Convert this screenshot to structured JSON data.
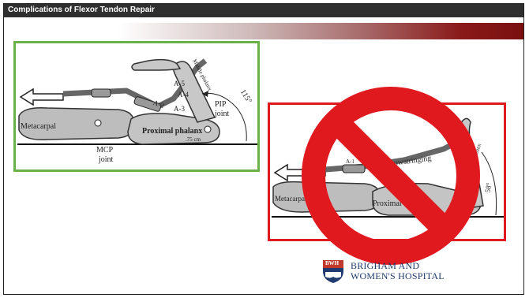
{
  "slide": {
    "title": "Complications of Flexor Tendon Repair",
    "colors": {
      "title_bar": "#2f2f2f",
      "accent_end": "#7a0f0f",
      "good_frame": "#6cb04a",
      "bad_frame": "#e0191e",
      "prohibition": "#e0191e"
    }
  },
  "left_figure": {
    "metacarpal": "Metacarpal",
    "mcp_line1": "MCP",
    "mcp_line2": "joint",
    "proximal_phalanx": "Proximal phalanx",
    "distance": ".75 cm",
    "a5": "A-5",
    "a4": "A-4",
    "a3": "A-3",
    "a2": "A-2",
    "pip_line1": "PIP",
    "pip_line2": "joint",
    "angle": "115°",
    "middle_phalanx": "Middle phalanx"
  },
  "right_figure": {
    "metacarpal": "Metacarpal",
    "proximal": "Proximal",
    "a1": "A-1",
    "bowstringing": "Bowstringing",
    "middle_phalanx": "Middle phalanx",
    "angle": "58°"
  },
  "logo": {
    "shield_text": "BWH",
    "line1": "BRIGHAM AND",
    "line2": "WOMEN'S HOSPITAL"
  }
}
